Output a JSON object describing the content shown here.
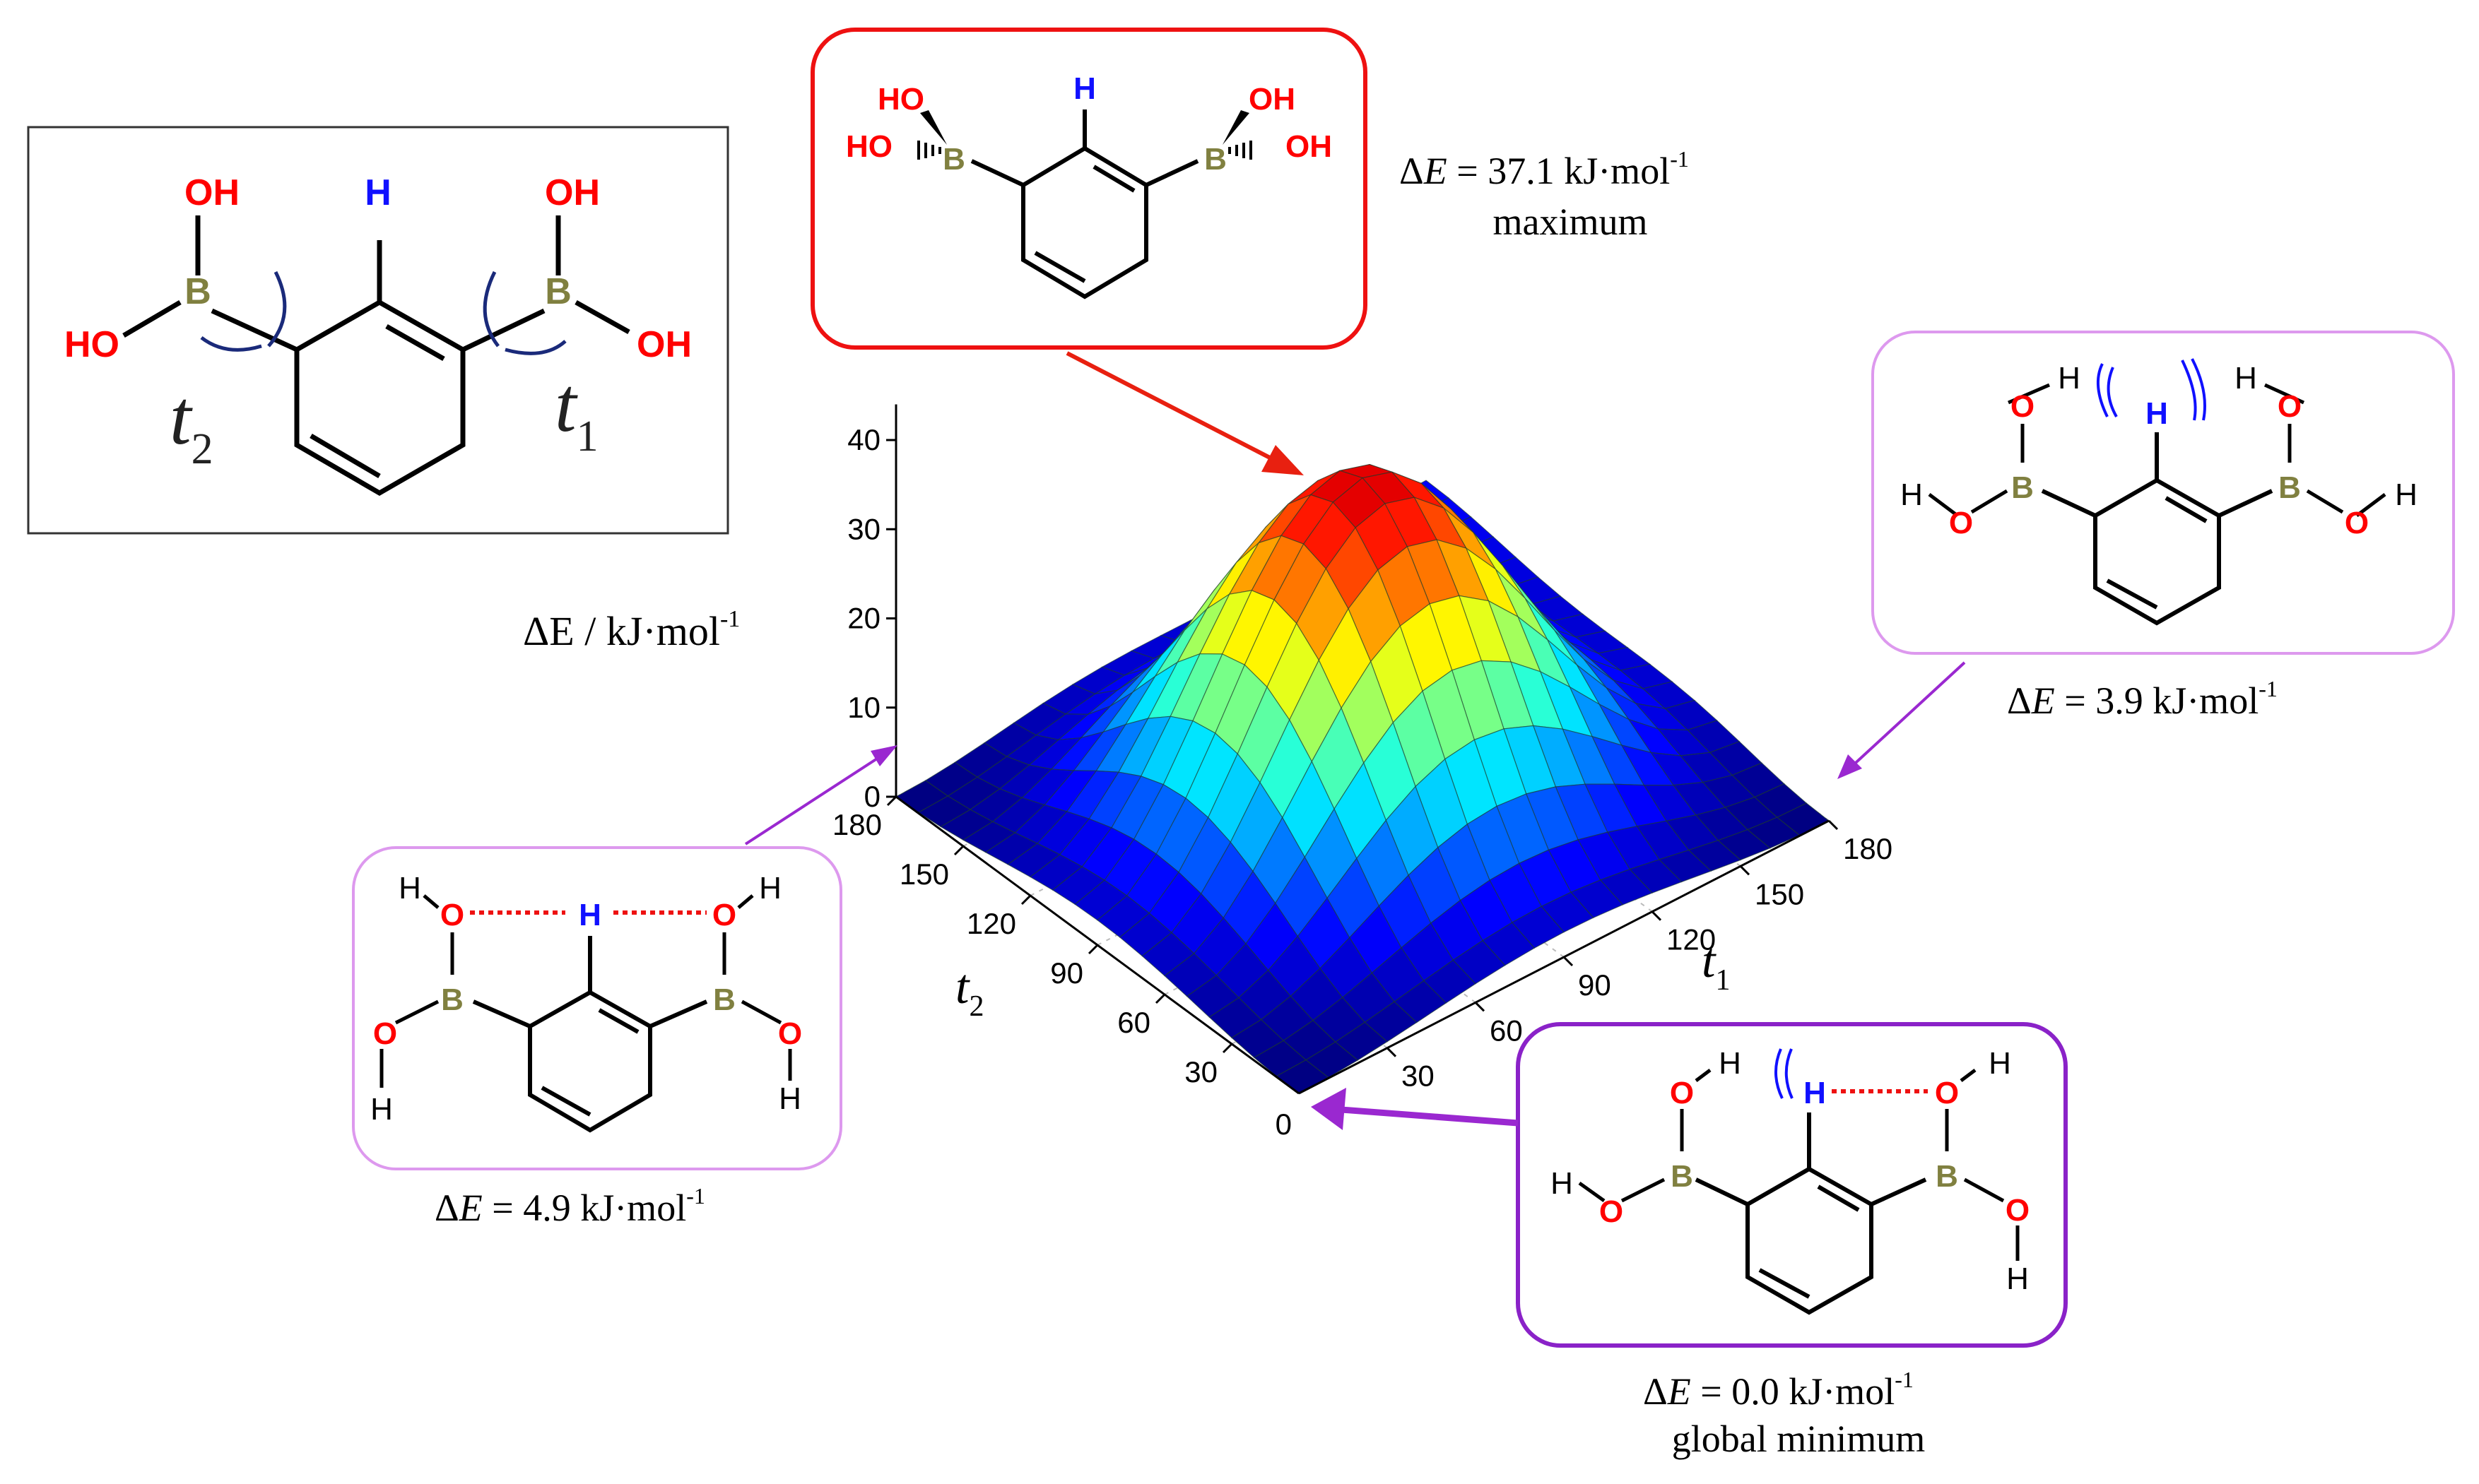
{
  "surface": {
    "axis_label_z": "ΔE / kJ·mol",
    "axis_label_z_sup": "-1",
    "z_ticks": [
      "0",
      "10",
      "20",
      "30",
      "40"
    ],
    "t1_ticks": [
      "30",
      "60",
      "90",
      "120",
      "150",
      "180"
    ],
    "t2_ticks": [
      "30",
      "60",
      "90",
      "120",
      "150",
      "180"
    ],
    "origin_tick": "0",
    "t1_label": "t",
    "t1_sub": "1",
    "t2_label": "t",
    "t2_sub": "2",
    "t1_range": [
      0,
      180
    ],
    "t2_range": [
      0,
      180
    ],
    "z_range": [
      0,
      40
    ],
    "colormap": "jet"
  },
  "legend_box": {
    "oh": "OH",
    "h": "H",
    "ho": "HO",
    "b": "B",
    "t2": "t",
    "t2_sub": "2",
    "t1": "t",
    "t1_sub": "1"
  },
  "maximum": {
    "energy_prefix": "Δ",
    "energy_var": "E",
    "energy_value": " = 37.1 kJ·mol",
    "energy_sup": "-1",
    "caption": "maximum",
    "ho": "HO",
    "oh": "OH",
    "h": "H",
    "b": "B"
  },
  "conf_39": {
    "energy_prefix": "Δ",
    "energy_var": "E",
    "energy_value": " = 3.9 kJ·mol",
    "energy_sup": "-1",
    "h": "H",
    "o": "O",
    "b": "B"
  },
  "conf_49": {
    "energy_prefix": "Δ",
    "energy_var": "E",
    "energy_value": " = 4.9 kJ·mol",
    "energy_sup": "-1",
    "h": "H",
    "o": "O",
    "b": "B"
  },
  "conf_00": {
    "energy_prefix": "Δ",
    "energy_var": "E",
    "energy_value": " = 0.0 kJ·mol",
    "energy_sup": "-1",
    "caption": "global minimum",
    "h": "H",
    "o": "O",
    "b": "B"
  },
  "colors": {
    "oxygen": "#ff0000",
    "boron": "#808040",
    "hydrogen_highlight": "#1010ff",
    "max_box": "#ee1111",
    "min_box": "#8a22c8",
    "light_box": "#dd99ee",
    "arrow_red": "#e82010",
    "arrow_purple": "#9a28d0"
  }
}
